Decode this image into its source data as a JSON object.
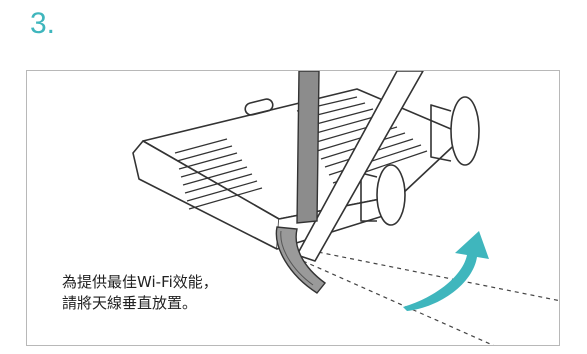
{
  "step": {
    "number": "3."
  },
  "caption": {
    "line1": "為提供最佳Wi-Fi效能，",
    "line2": "請將天線垂直放置。"
  },
  "colors": {
    "accent": "#3fb6bd",
    "frame_border": "#b8b8b8",
    "line_art": "#333333",
    "antenna_gray": "#8c8c8c"
  },
  "icons": {
    "arrow": "curved-rotate-arrow-icon"
  }
}
